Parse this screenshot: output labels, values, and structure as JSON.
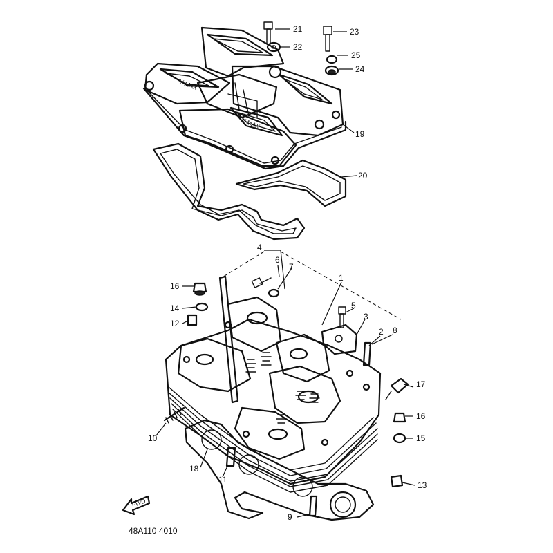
{
  "drawing_code": "48A110 4010",
  "front_marker": "FWD",
  "cover_emboss": "V-MAX",
  "callouts": {
    "c1": "1",
    "c2": "2",
    "c3": "3",
    "c4": "4",
    "c5": "5",
    "c6": "6",
    "c7": "7",
    "c8": "8",
    "c9": "9",
    "c10": "10",
    "c11": "11",
    "c12": "12",
    "c13": "13",
    "c14": "14",
    "c15": "15",
    "c16a": "16",
    "c16b": "16",
    "c17": "17",
    "c18": "18",
    "c19": "19",
    "c20": "20",
    "c21": "21",
    "c22": "22",
    "c23": "23",
    "c24": "24",
    "c25": "25"
  }
}
